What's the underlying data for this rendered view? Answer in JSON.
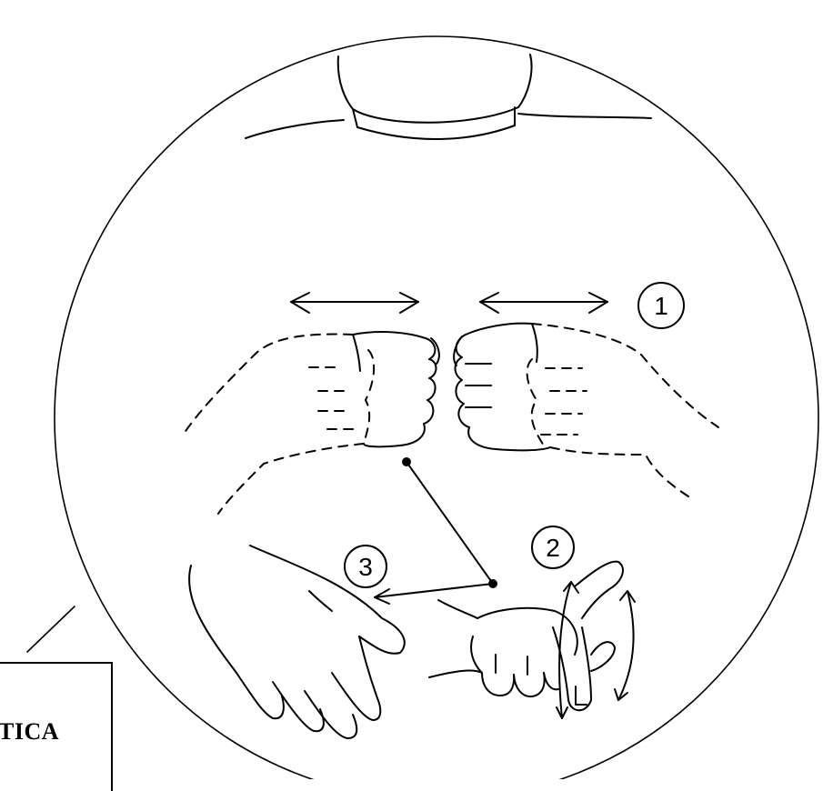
{
  "caption": {
    "text": "TICA"
  },
  "markers": [
    {
      "id": "step-1",
      "label": "1"
    },
    {
      "id": "step-2",
      "label": "2"
    },
    {
      "id": "step-3",
      "label": "3"
    }
  ],
  "colors": {
    "ink": "#000000",
    "background": "#ffffff"
  }
}
